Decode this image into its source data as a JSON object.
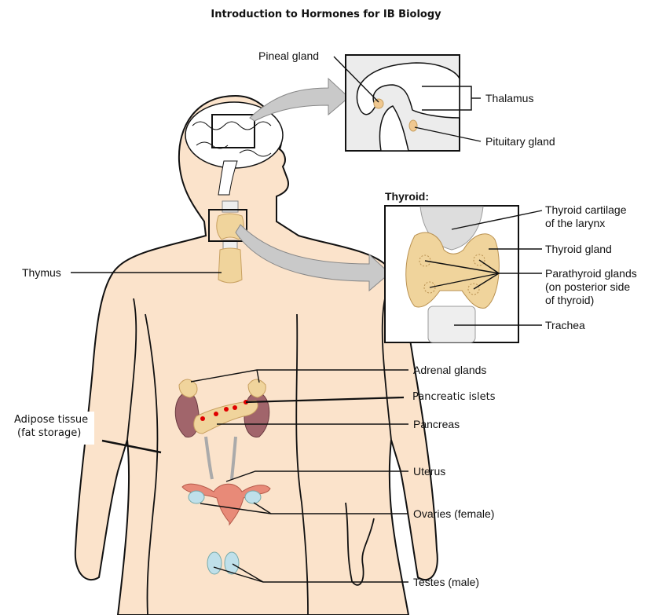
{
  "title": "Introduction to Hormones for IB Biology",
  "colors": {
    "skin": "#fbe3cb",
    "gland": "#f0d49c",
    "kidney": "#a1656b",
    "uterus": "#e88a78",
    "ovary": "#bfe0ea",
    "inset_bg": "#ececec",
    "islet_dot": "#e00000",
    "arrow": "#c9c9c9"
  },
  "labels": {
    "pineal": "Pineal gland",
    "thalamus": "Thalamus",
    "pituitary": "Pituitary gland",
    "thyroid_title": "Thyroid:",
    "thyroid_cartilage_1": "Thyroid cartilage",
    "thyroid_cartilage_2": "of the larynx",
    "thyroid_gland": "Thyroid gland",
    "parathyroid_1": "Parathyroid glands",
    "parathyroid_2": "(on posterior side",
    "parathyroid_3": "of thyroid)",
    "trachea": "Trachea",
    "thymus": "Thymus",
    "adrenal": "Adrenal glands",
    "pancreatic_islets": "Pancreatic islets",
    "pancreas": "Pancreas",
    "adipose_1": "Adipose tissue",
    "adipose_2": "(fat storage)",
    "uterus": "Uterus",
    "ovaries": "Ovaries (female)",
    "testes": "Testes (male)"
  }
}
